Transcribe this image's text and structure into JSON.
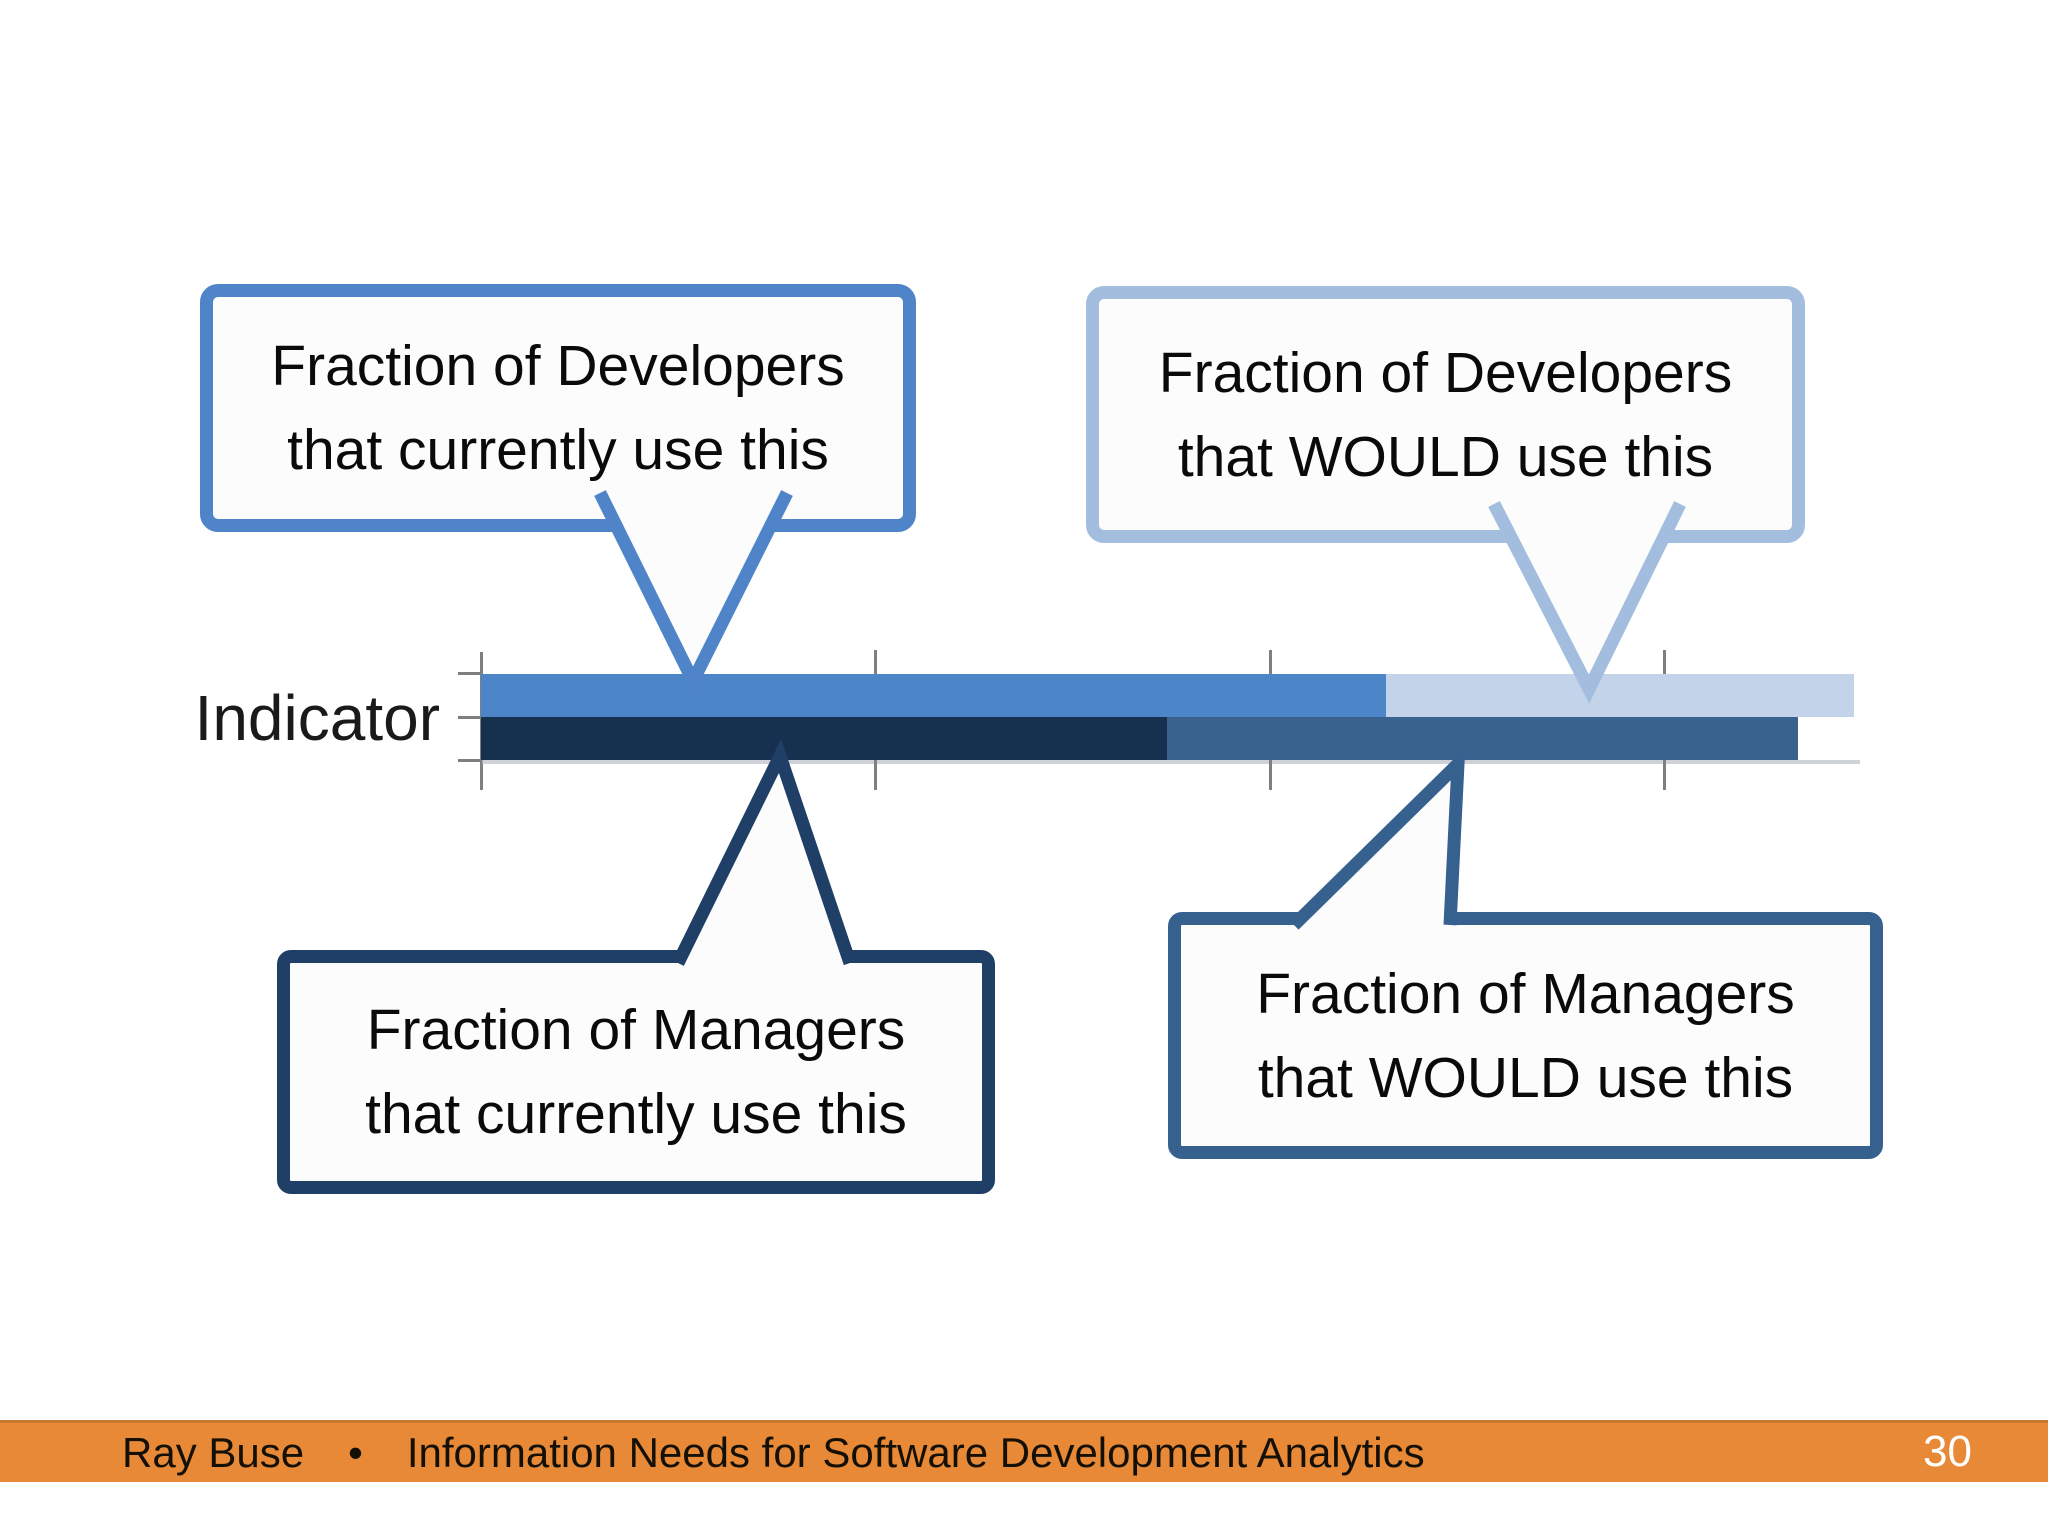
{
  "slide": {
    "chart": {
      "category_label": "Indicator"
    },
    "callouts": [
      {
        "id": "dev-current",
        "line1": "Fraction of Developers",
        "line2": "that currently use this"
      },
      {
        "id": "dev-would",
        "line1": "Fraction of Developers",
        "line2": "that WOULD use this"
      },
      {
        "id": "mgr-current",
        "line1": "Fraction of Managers",
        "line2": "that currently use this"
      },
      {
        "id": "mgr-would",
        "line1": "Fraction of Managers",
        "line2": "that WOULD use this"
      }
    ],
    "footer": {
      "author": "Ray Buse",
      "separator": "•",
      "title": "Information Needs for Software Development Analytics",
      "page_number": "30"
    }
  },
  "chart_data": {
    "type": "bar",
    "orientation": "horizontal",
    "categories": [
      "Indicator"
    ],
    "series": [
      {
        "name": "Fraction of Developers that currently use this",
        "row": "developers",
        "values": [
          0.574
        ],
        "color": "#4C86C8"
      },
      {
        "name": "Fraction of Developers that WOULD use this",
        "row": "developers",
        "values": [
          0.297
        ],
        "color": "#C2D3EA"
      },
      {
        "name": "Fraction of Managers that currently use this",
        "row": "managers",
        "values": [
          0.435
        ],
        "color": "#16304F"
      },
      {
        "name": "Fraction of Managers that WOULD use this",
        "row": "managers",
        "values": [
          0.4
        ],
        "color": "#3A628F"
      }
    ],
    "xlim": [
      0,
      1
    ],
    "gridlines_x": [
      0,
      0.25,
      0.5,
      0.75
    ],
    "axis_tick_labels_visible": false,
    "legend_position": "none",
    "annotation_style": "speech-bubble callouts pointing at each bar segment"
  },
  "colors": {
    "axis": "#7F7F7F",
    "dev-current": "#4C86C8",
    "dev-would": "#C2D3EA",
    "mgr-current": "#16304F",
    "mgr-would": "#3A628F",
    "callout-dev-current": "#4F85C8",
    "callout-dev-would": "#A2BDDE",
    "callout-mgr-current": "#203F66",
    "callout-mgr-would": "#36618F",
    "footer-bg": "#E78937",
    "footer-top": "#C9782F",
    "page-number": "#FFFFFF"
  }
}
